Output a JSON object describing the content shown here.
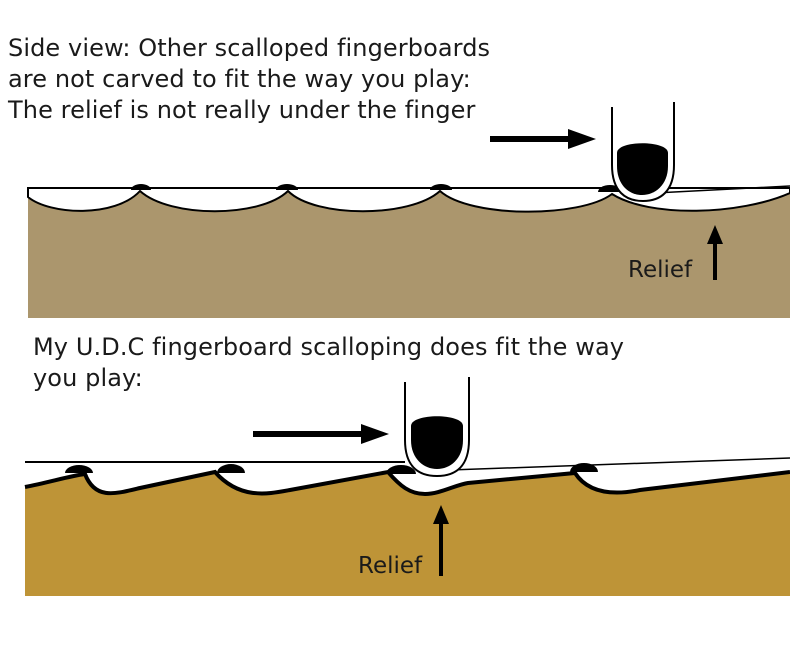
{
  "top_caption": "Side view: Other scalloped fingerboards\nare not carved to fit the way you play:\nThe relief is not really under the finger",
  "bottom_caption": "My U.D.C fingerboard scalloping does fit the way\nyou play:",
  "top_relief_label": "Relief",
  "bottom_relief_label": "Relief",
  "colors": {
    "top_wood": "#ab966d",
    "bottom_wood": "#be9437",
    "outline": "#000000"
  }
}
